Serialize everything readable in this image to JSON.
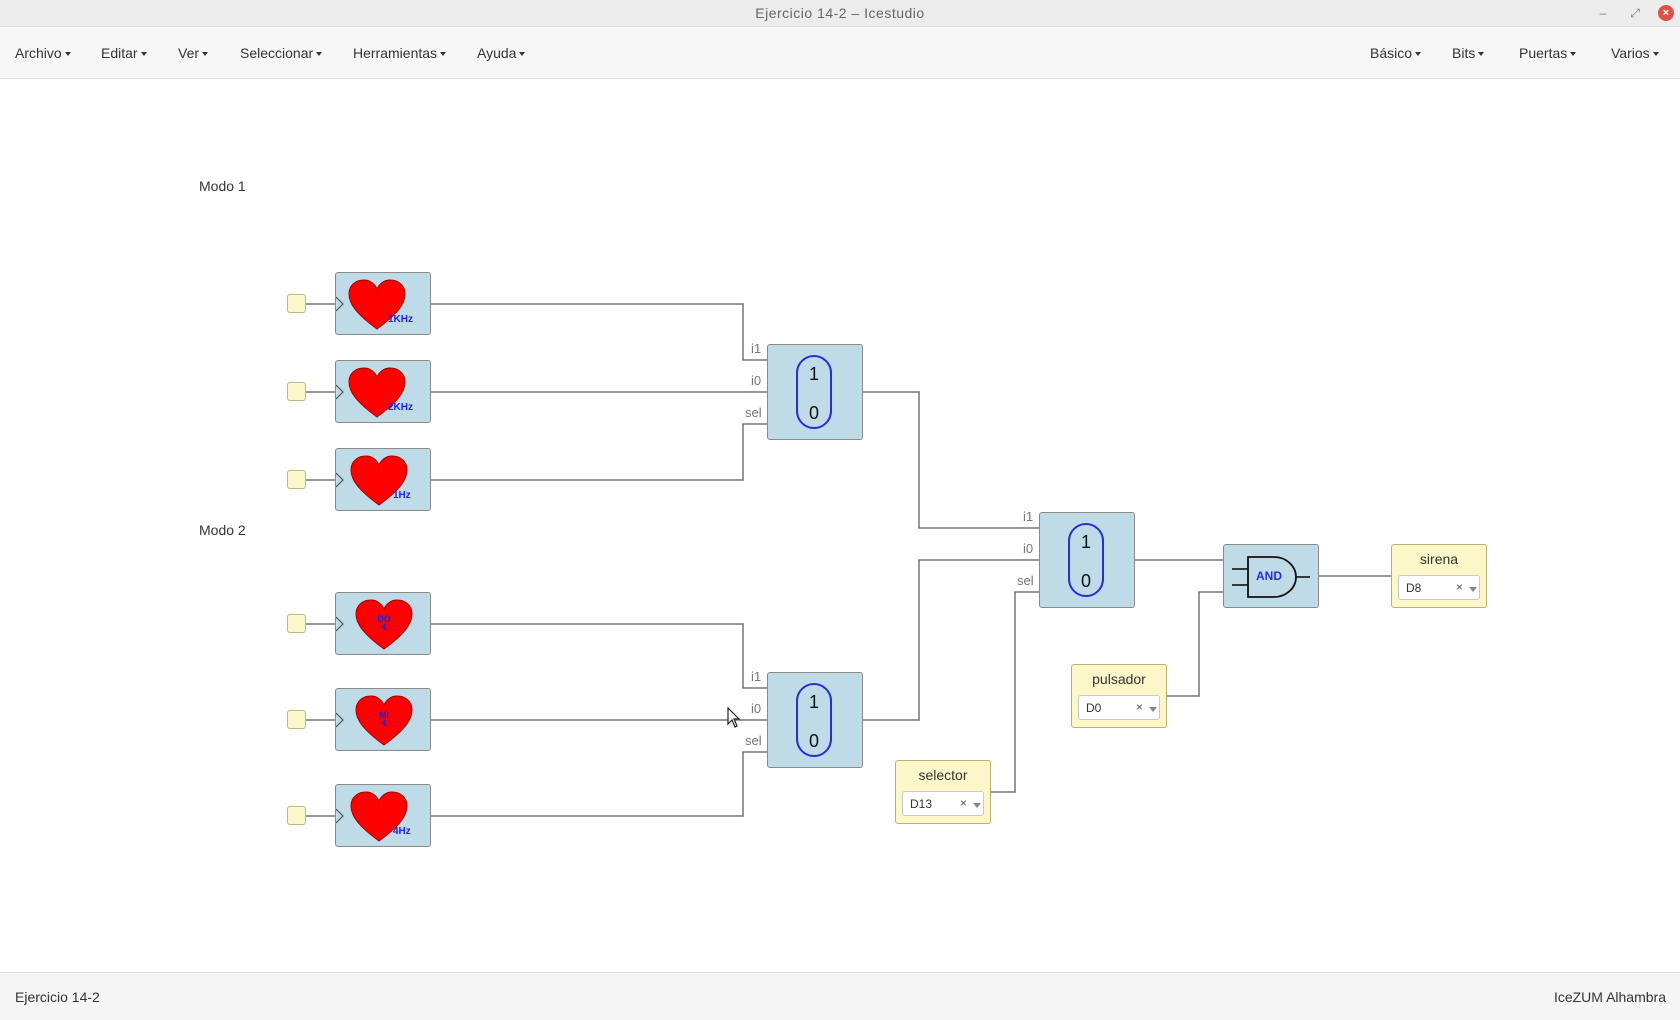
{
  "window": {
    "title": "Ejercicio 14-2 – Icestudio"
  },
  "menus_left": [
    "Archivo",
    "Editar",
    "Ver",
    "Seleccionar",
    "Herramientas",
    "Ayuda"
  ],
  "menus_right": [
    "Básico",
    "Bits",
    "Puertas",
    "Varios"
  ],
  "notes": {
    "modo1": "Modo 1",
    "modo2": "Modo 2"
  },
  "blocks": {
    "heart_1khz": "1KHz",
    "heart_2khz": "2KHz",
    "heart_1hz": "1Hz",
    "heart_do4": [
      "DO",
      "4"
    ],
    "heart_mi4": [
      "MI",
      "4"
    ],
    "heart_4hz": "4Hz",
    "mux_values": {
      "top": "1",
      "bottom": "0"
    },
    "mux_ports": {
      "i1": "i1",
      "i0": "i0",
      "sel": "sel"
    },
    "and_label": "AND"
  },
  "pins": {
    "sirena": {
      "label": "sirena",
      "value": "D8"
    },
    "pulsador": {
      "label": "pulsador",
      "value": "D0"
    },
    "selector": {
      "label": "selector",
      "value": "D13"
    }
  },
  "status": {
    "left": "Ejercicio 14-2",
    "right": "IceZUM Alhambra"
  },
  "colors": {
    "block_bg": "#bfdbe8",
    "pin_bg": "#fcf7c9",
    "heart": "#ff0000",
    "accent": "#2b2bd6",
    "close": "#e0504a"
  },
  "icons": [
    "heart-icon",
    "and-gate-icon",
    "close-icon",
    "minimize-icon",
    "maximize-icon"
  ]
}
